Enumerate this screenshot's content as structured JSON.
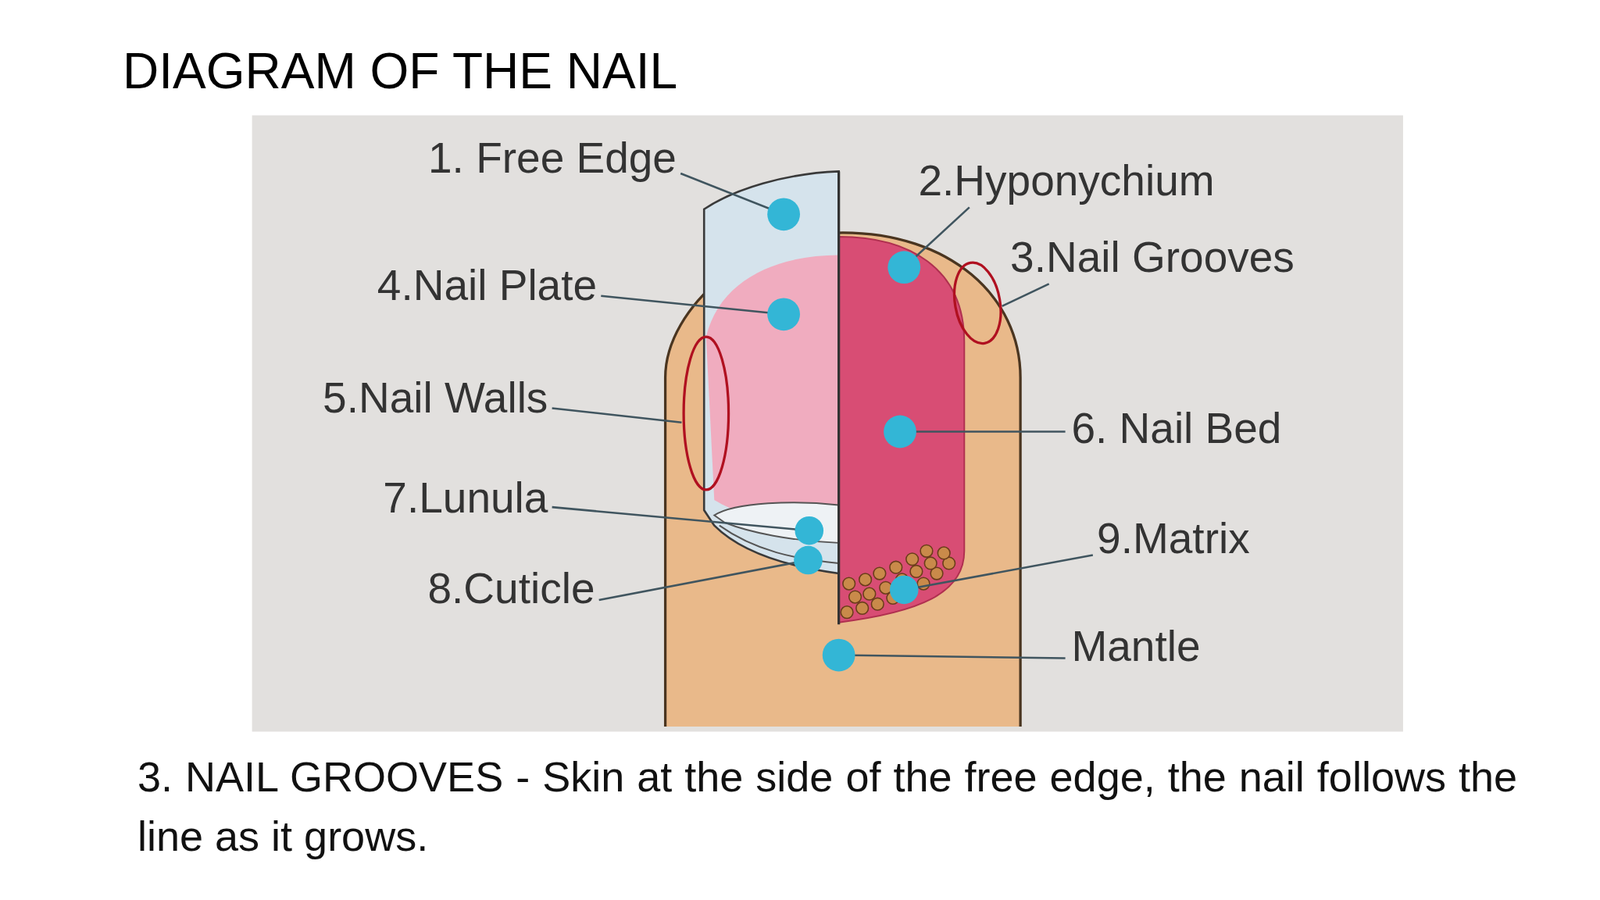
{
  "diagram": {
    "title": "DIAGRAM OF THE NAIL",
    "caption": "3. NAIL GROOVES - Skin at the side of the free edge, the nail follows the line as it grows.",
    "labels": [
      "1. Free Edge",
      "2.Hyponychium",
      "3.Nail Grooves",
      "4.Nail Plate",
      "5.Nail Walls",
      "6. Nail Bed",
      "7.Lunula",
      "8.Cuticle",
      "9.Matrix",
      "Mantle"
    ]
  }
}
